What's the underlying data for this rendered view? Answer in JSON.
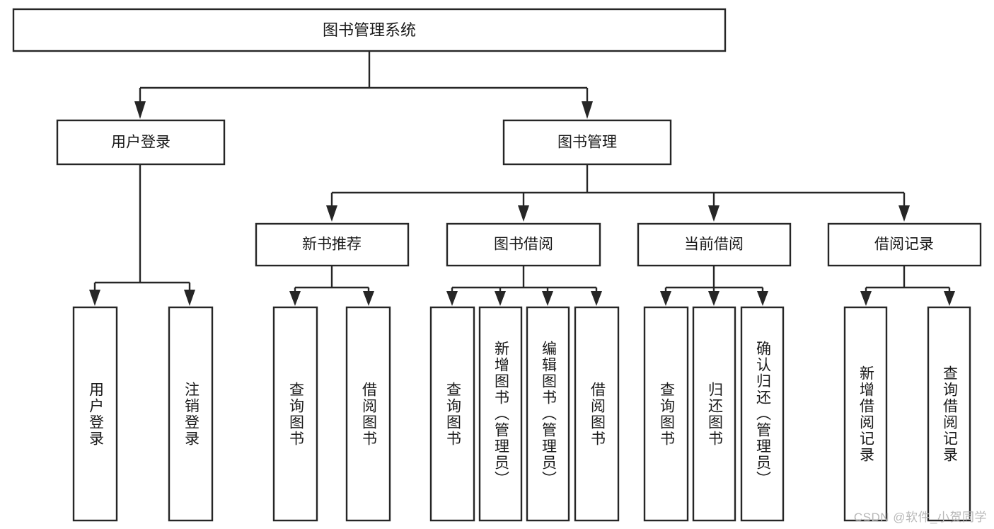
{
  "diagram": {
    "type": "tree-hierarchy",
    "orientation": "top-down",
    "title_node": {
      "id": "root",
      "label": "图书管理系统",
      "level": 1,
      "text_orientation": "horizontal"
    },
    "level2": [
      {
        "id": "user-login",
        "label": "用户登录",
        "text_orientation": "horizontal"
      },
      {
        "id": "book-manage",
        "label": "图书管理",
        "text_orientation": "horizontal"
      }
    ],
    "level3": [
      {
        "id": "new-book-rec",
        "label": "新书推荐",
        "text_orientation": "horizontal",
        "parent": "book-manage"
      },
      {
        "id": "book-borrow",
        "label": "图书借阅",
        "text_orientation": "horizontal",
        "parent": "book-manage"
      },
      {
        "id": "current-borrow",
        "label": "当前借阅",
        "text_orientation": "horizontal",
        "parent": "book-manage"
      },
      {
        "id": "borrow-record",
        "label": "借阅记录",
        "text_orientation": "horizontal",
        "parent": "book-manage"
      }
    ],
    "leaves": [
      {
        "id": "leaf-user-login",
        "label": "用户登录",
        "parent": "user-login",
        "text_orientation": "vertical"
      },
      {
        "id": "leaf-user-logout",
        "label": "注销登录",
        "parent": "user-login",
        "text_orientation": "vertical"
      },
      {
        "id": "leaf-query-book-1",
        "label": "查询图书",
        "parent": "new-book-rec",
        "text_orientation": "vertical"
      },
      {
        "id": "leaf-borrow-book-1",
        "label": "借阅图书",
        "parent": "new-book-rec",
        "text_orientation": "vertical"
      },
      {
        "id": "leaf-query-book-2",
        "label": "查询图书",
        "parent": "book-borrow",
        "text_orientation": "vertical"
      },
      {
        "id": "leaf-add-book",
        "label": "新增图书（管理员）",
        "parent": "book-borrow",
        "text_orientation": "vertical"
      },
      {
        "id": "leaf-edit-book",
        "label": "编辑图书（管理员）",
        "parent": "book-borrow",
        "text_orientation": "vertical"
      },
      {
        "id": "leaf-borrow-book-2",
        "label": "借阅图书",
        "parent": "book-borrow",
        "text_orientation": "vertical"
      },
      {
        "id": "leaf-query-book-3",
        "label": "查询图书",
        "parent": "current-borrow",
        "text_orientation": "vertical"
      },
      {
        "id": "leaf-return-book",
        "label": "归还图书",
        "parent": "current-borrow",
        "text_orientation": "vertical"
      },
      {
        "id": "leaf-confirm-return",
        "label": "确认归还（管理员）",
        "parent": "current-borrow",
        "text_orientation": "vertical"
      },
      {
        "id": "leaf-add-record",
        "label": "新增借阅记录",
        "parent": "borrow-record",
        "text_orientation": "vertical"
      },
      {
        "id": "leaf-query-record",
        "label": "查询借阅记录",
        "parent": "borrow-record",
        "text_orientation": "vertical"
      }
    ],
    "colors": {
      "box_fill": "#ffffff",
      "box_stroke": "#262626",
      "text": "#1a1a1a",
      "background": "#ffffff",
      "watermark": "#b8b8b8"
    }
  },
  "watermark": {
    "text": "CSDN @软件_小贺同学"
  }
}
